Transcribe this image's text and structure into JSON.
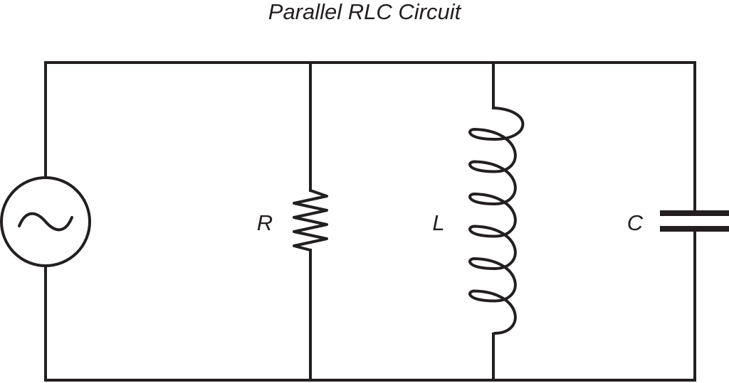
{
  "title": "Parallel RLC Circuit",
  "components": {
    "source": {
      "icon": "ac-source-icon"
    },
    "resistor": {
      "label": "R"
    },
    "inductor": {
      "label": "L"
    },
    "capacitor": {
      "label": "C"
    }
  },
  "colors": {
    "line": "#231f20",
    "background": "#ffffff"
  }
}
